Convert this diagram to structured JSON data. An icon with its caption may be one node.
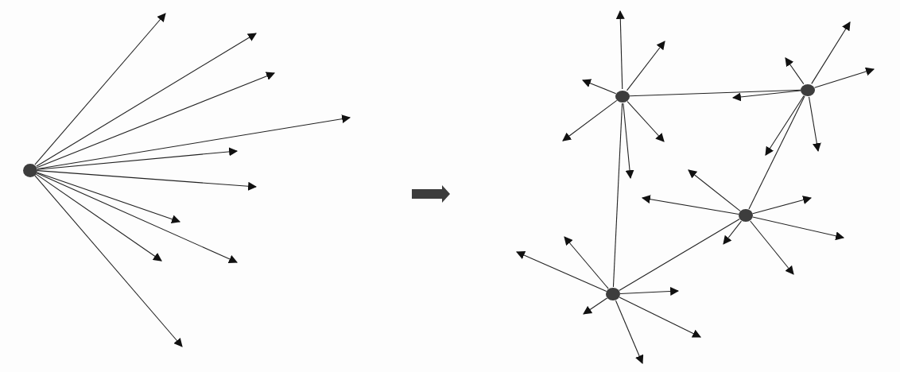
{
  "diagram": {
    "nodes": [
      {
        "text": [],
        "shape": "circle"
      },
      {
        "text": [],
        "shape": "circle"
      },
      {
        "text": [],
        "shape": "circle"
      },
      {
        "text": [],
        "shape": "circle"
      },
      {
        "text": [],
        "shape": "circle"
      }
    ],
    "edges": [
      {
        "from": 0,
        "to": null,
        "arrow": "to"
      },
      {
        "from": 0,
        "to": null,
        "arrow": "to"
      },
      {
        "from": 0,
        "to": null,
        "arrow": "to"
      },
      {
        "from": 0,
        "to": null,
        "arrow": "to"
      },
      {
        "from": 0,
        "to": null,
        "arrow": "to"
      },
      {
        "from": 0,
        "to": null,
        "arrow": "to"
      },
      {
        "from": 0,
        "to": null,
        "arrow": "to"
      },
      {
        "from": 0,
        "to": null,
        "arrow": "to"
      },
      {
        "from": 0,
        "to": null,
        "arrow": "to"
      },
      {
        "from": 0,
        "to": null,
        "arrow": "to"
      },
      {
        "from": 1,
        "to": null,
        "arrow": "to"
      },
      {
        "from": 1,
        "to": null,
        "arrow": "to"
      },
      {
        "from": 1,
        "to": null,
        "arrow": "to"
      },
      {
        "from": 1,
        "to": null,
        "arrow": "to"
      },
      {
        "from": 1,
        "to": null,
        "arrow": "to"
      },
      {
        "from": 1,
        "to": null,
        "arrow": "to"
      },
      {
        "from": 2,
        "to": null,
        "arrow": "to"
      },
      {
        "from": 2,
        "to": null,
        "arrow": "to"
      },
      {
        "from": 2,
        "to": null,
        "arrow": "to"
      },
      {
        "from": 2,
        "to": null,
        "arrow": "to"
      },
      {
        "from": 2,
        "to": null,
        "arrow": "to"
      },
      {
        "from": 2,
        "to": null,
        "arrow": "to"
      },
      {
        "from": 3,
        "to": null,
        "arrow": "to"
      },
      {
        "from": 3,
        "to": null,
        "arrow": "to"
      },
      {
        "from": 3,
        "to": null,
        "arrow": "to"
      },
      {
        "from": 3,
        "to": null,
        "arrow": "to"
      },
      {
        "from": 3,
        "to": null,
        "arrow": "to"
      },
      {
        "from": 3,
        "to": null,
        "arrow": "to"
      },
      {
        "from": 4,
        "to": null,
        "arrow": "to"
      },
      {
        "from": 4,
        "to": null,
        "arrow": "to"
      },
      {
        "from": 4,
        "to": null,
        "arrow": "to"
      },
      {
        "from": 4,
        "to": null,
        "arrow": "to"
      },
      {
        "from": 4,
        "to": null,
        "arrow": "to"
      },
      {
        "from": 4,
        "to": null,
        "arrow": "to"
      },
      {
        "from": 1,
        "to": 2,
        "arrow": "none"
      },
      {
        "from": 2,
        "to": 3,
        "arrow": "none"
      },
      {
        "from": 3,
        "to": 4,
        "arrow": "none"
      },
      {
        "from": 4,
        "to": 1,
        "arrow": "none"
      }
    ]
  }
}
